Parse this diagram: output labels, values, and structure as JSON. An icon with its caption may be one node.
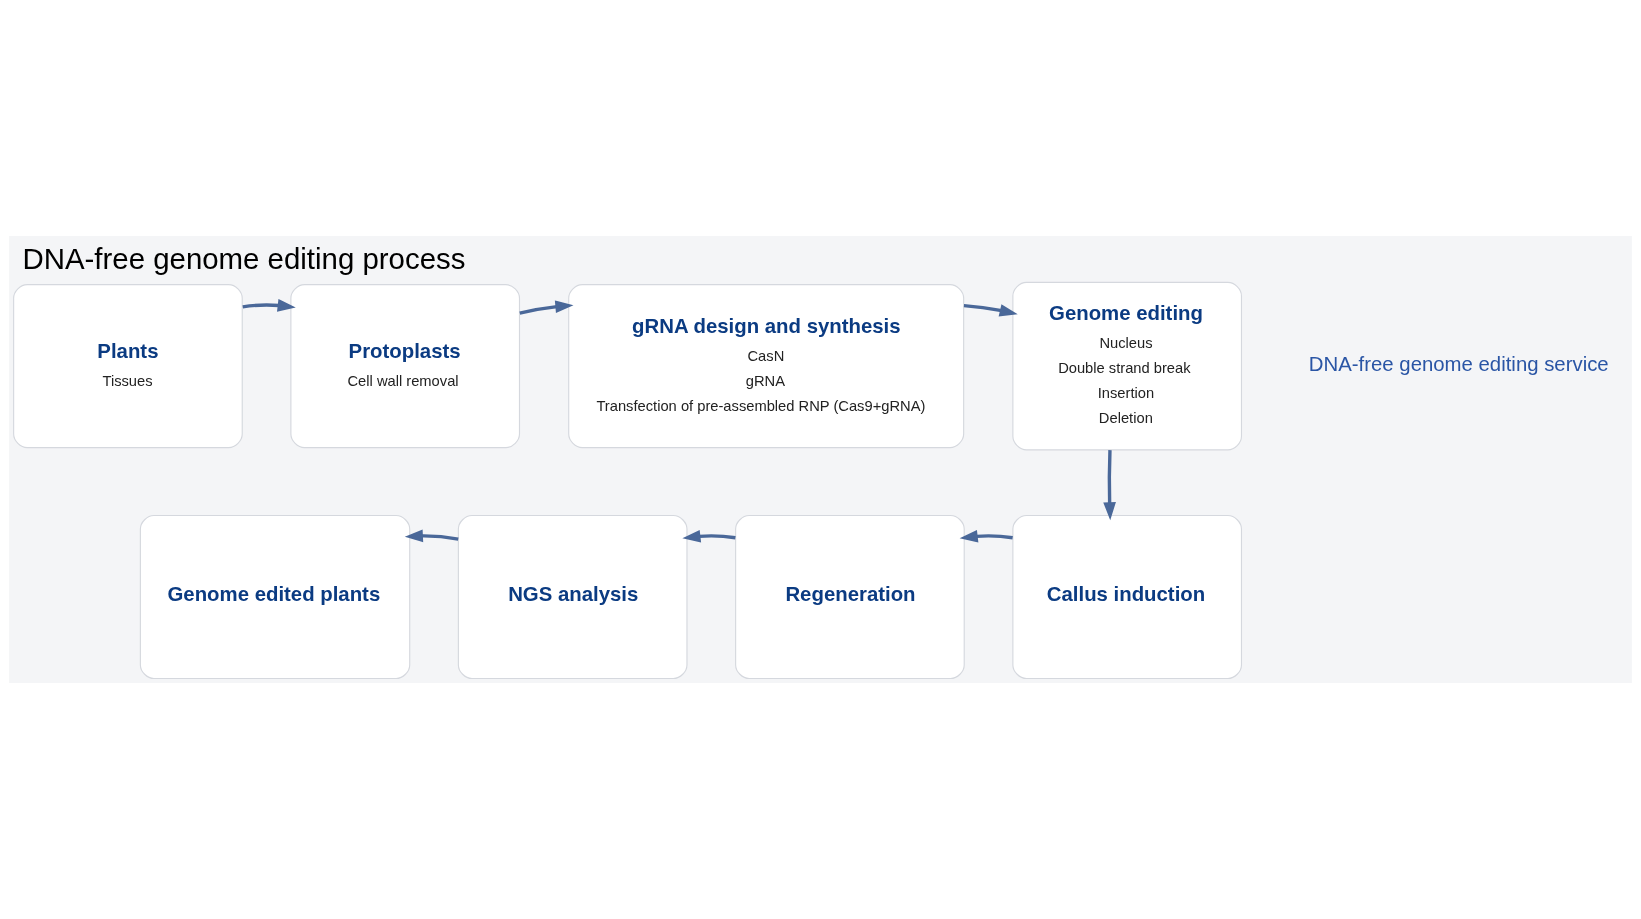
{
  "diagram": {
    "title": "DNA-free genome editing process",
    "nodes": [
      {
        "text": [
          "Plants",
          "Tissues"
        ]
      },
      {
        "text": [
          "Protoplasts",
          "Cell wall removal"
        ]
      },
      {
        "text": [
          "gRNA design and synthesis",
          "CasN",
          "gRNA",
          "Transfection of pre-assembled RNP (Cas9+gRNA)"
        ]
      },
      {
        "text": [
          "Genome editing",
          "Nucleus",
          "Double strand break",
          "Insertion",
          "Deletion"
        ]
      },
      {
        "text": [
          "Genome edited plants"
        ]
      },
      {
        "text": [
          "NGS analysis"
        ]
      },
      {
        "text": [
          "Regeneration"
        ]
      },
      {
        "text": [
          "Callus induction"
        ]
      }
    ],
    "edges": [
      {
        "from": 0,
        "to": 1,
        "arrow": "to"
      },
      {
        "from": 1,
        "to": 2,
        "arrow": "to"
      },
      {
        "from": 2,
        "to": 3,
        "arrow": "to"
      },
      {
        "from": 3,
        "to": 7,
        "arrow": "to"
      },
      {
        "from": 7,
        "to": 6,
        "arrow": "to"
      },
      {
        "from": 6,
        "to": 5,
        "arrow": "to"
      },
      {
        "from": 5,
        "to": 4,
        "arrow": "to"
      }
    ],
    "labels": [
      "DNA-free genome editing service"
    ]
  }
}
